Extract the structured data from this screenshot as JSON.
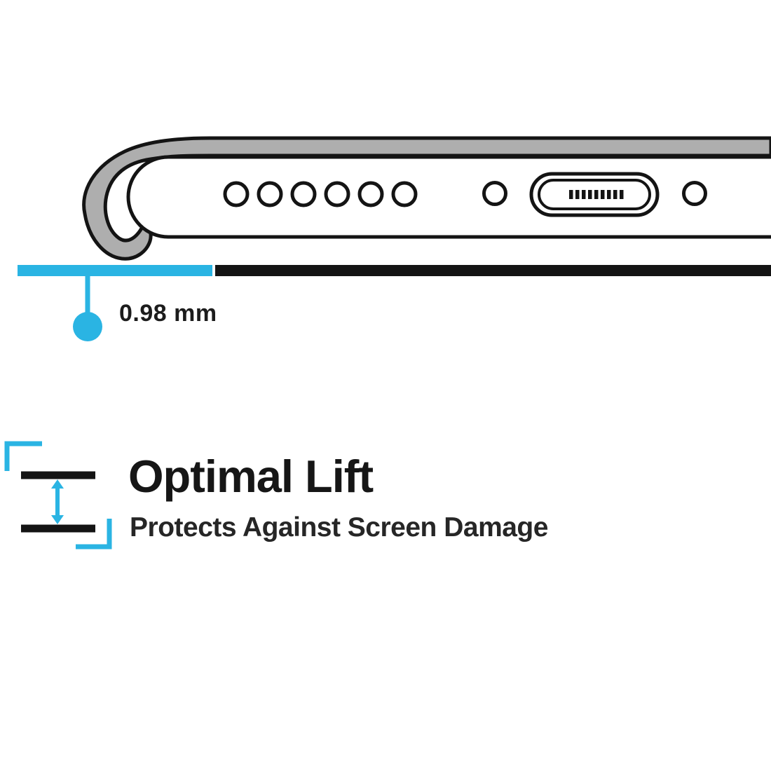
{
  "illustration": {
    "measurement_label": "0.98 mm",
    "description_items": [
      "phone-bottom-edge-in-case",
      "speaker-holes",
      "charging-port",
      "lift-gap-measurement"
    ]
  },
  "feature": {
    "title": "Optimal Lift",
    "subtitle": "Protects Against Screen Damage"
  },
  "icons": {
    "lift": "lift-spacing-icon"
  },
  "colors": {
    "accent": "#2ab4e3",
    "outline": "#141414",
    "case_gray": "#aeaeae",
    "white": "#ffffff"
  }
}
